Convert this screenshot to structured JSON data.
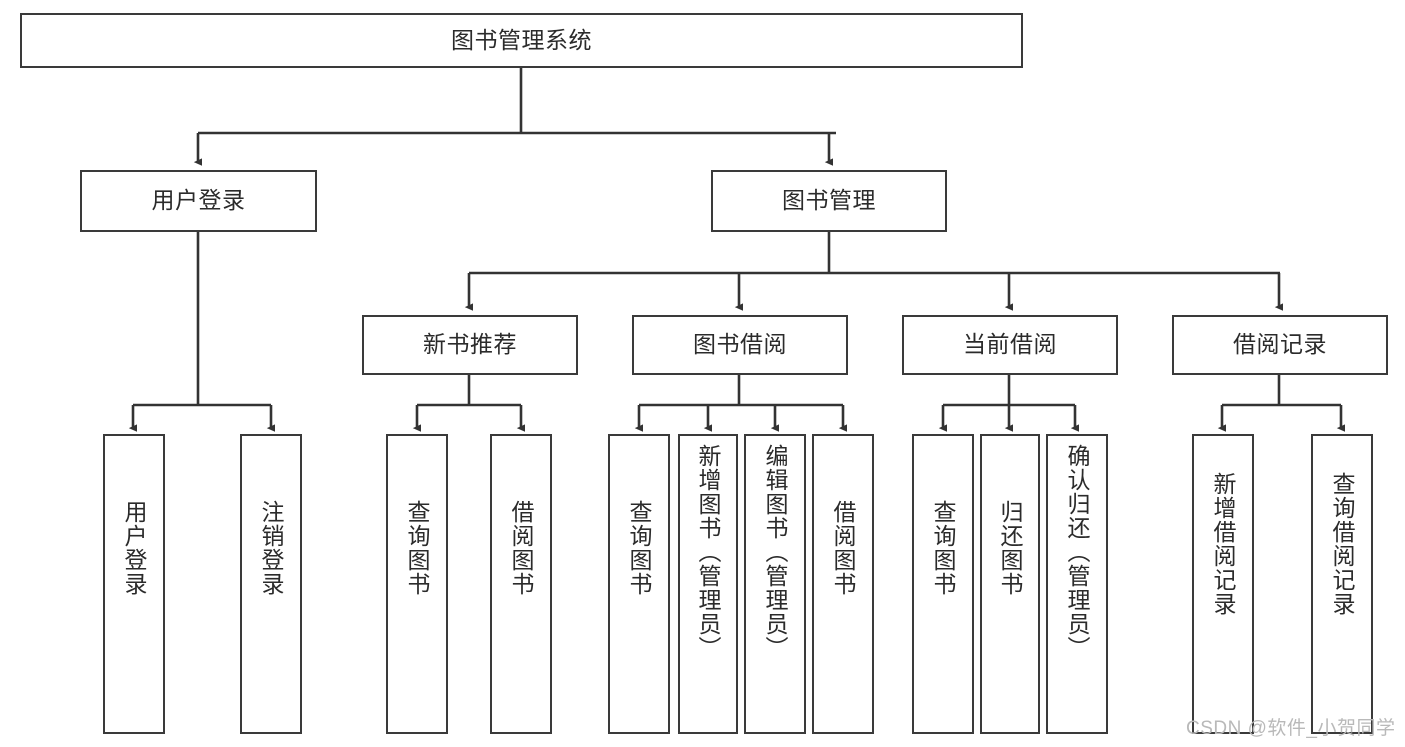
{
  "diagram": {
    "type": "tree-hierarchy",
    "title": "图书管理系统",
    "watermark": "CSDN @软件_小贺同学",
    "colors": {
      "box_border": "#3a3a3a",
      "box_fill": "#ffffff",
      "connector": "#333333",
      "text": "#2b2b2b",
      "watermark": "#b9b9b9",
      "background": "#ffffff"
    },
    "root": {
      "label": "图书管理系统"
    },
    "level2": [
      {
        "label": "用户登录"
      },
      {
        "label": "图书管理"
      }
    ],
    "level3": [
      {
        "label": "新书推荐"
      },
      {
        "label": "图书借阅"
      },
      {
        "label": "当前借阅"
      },
      {
        "label": "借阅记录"
      }
    ],
    "leaves": {
      "user_login": [
        {
          "label": "用户登录"
        },
        {
          "label": "注销登录"
        }
      ],
      "new_book_recommend": [
        {
          "label": "查询图书"
        },
        {
          "label": "借阅图书"
        }
      ],
      "book_borrow": [
        {
          "label": "查询图书"
        },
        {
          "label": "新增图书（管理员）"
        },
        {
          "label": "编辑图书（管理员）"
        },
        {
          "label": "借阅图书"
        }
      ],
      "current_borrow": [
        {
          "label": "查询图书"
        },
        {
          "label": "归还图书"
        },
        {
          "label": "确认归还（管理员）"
        }
      ],
      "borrow_record": [
        {
          "label": "新增借阅记录"
        },
        {
          "label": "查询借阅记录"
        }
      ]
    }
  }
}
